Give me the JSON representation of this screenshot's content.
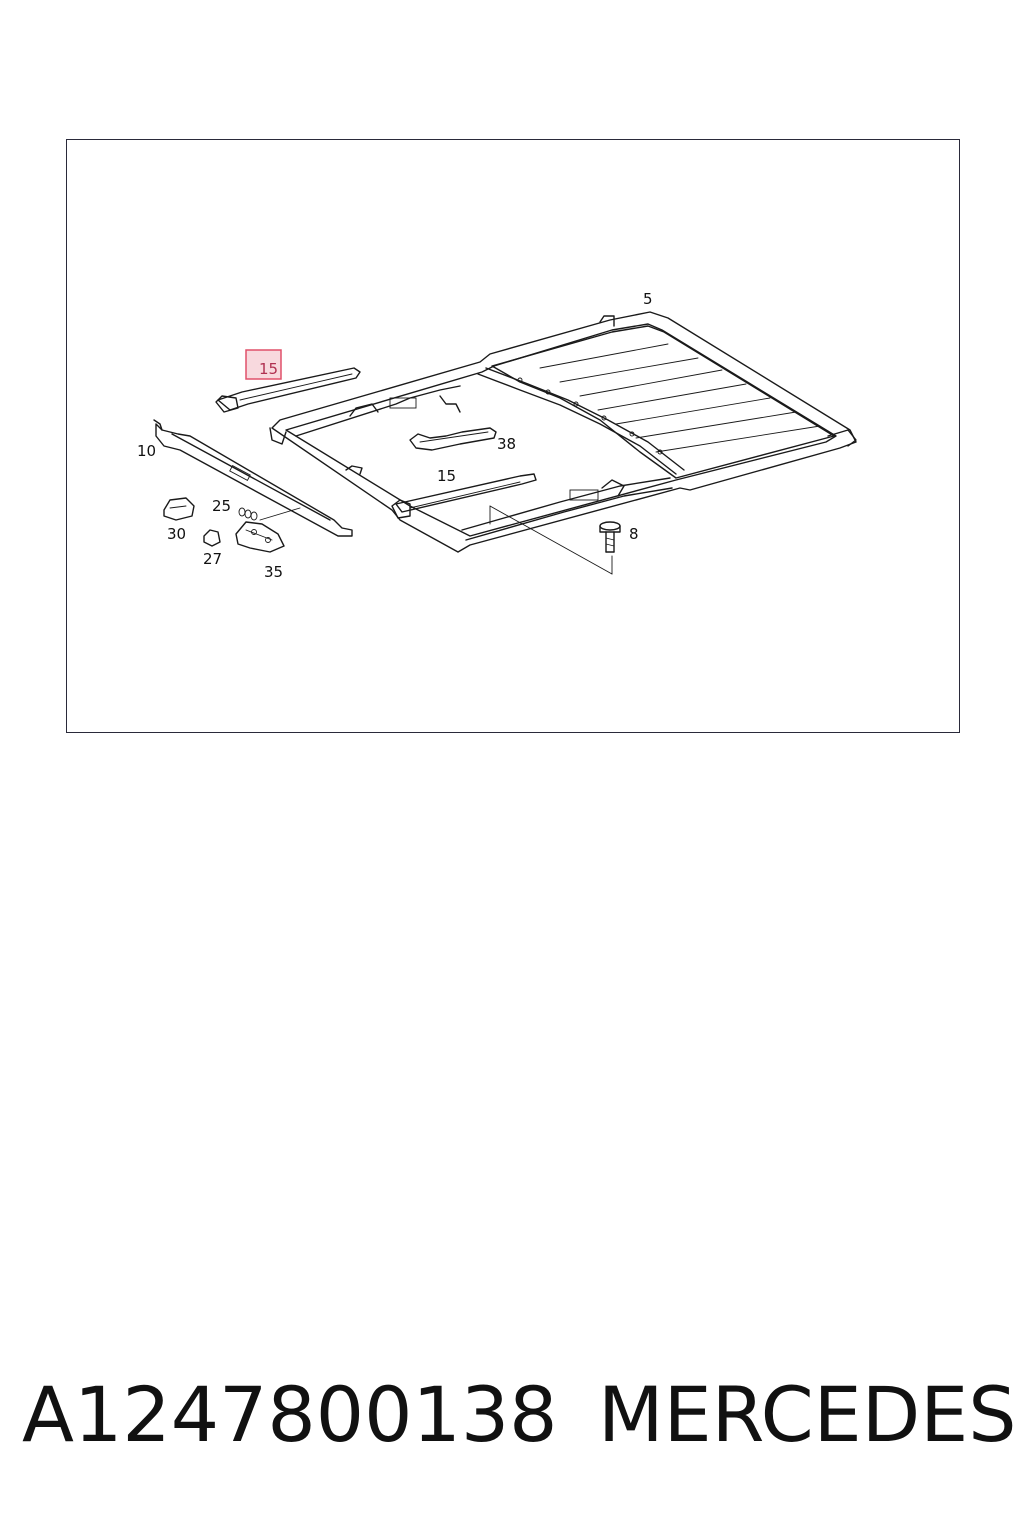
{
  "diagram": {
    "callouts": {
      "highlighted": "15",
      "c5": "5",
      "c10": "10",
      "c38": "38",
      "c15": "15",
      "c8": "8",
      "c25": "25",
      "c30": "30",
      "c27": "27",
      "c35": "35"
    },
    "highlight_color": "#e0506a"
  },
  "footer": {
    "part_number": "A1247800138",
    "brand": "MERCEDES"
  }
}
